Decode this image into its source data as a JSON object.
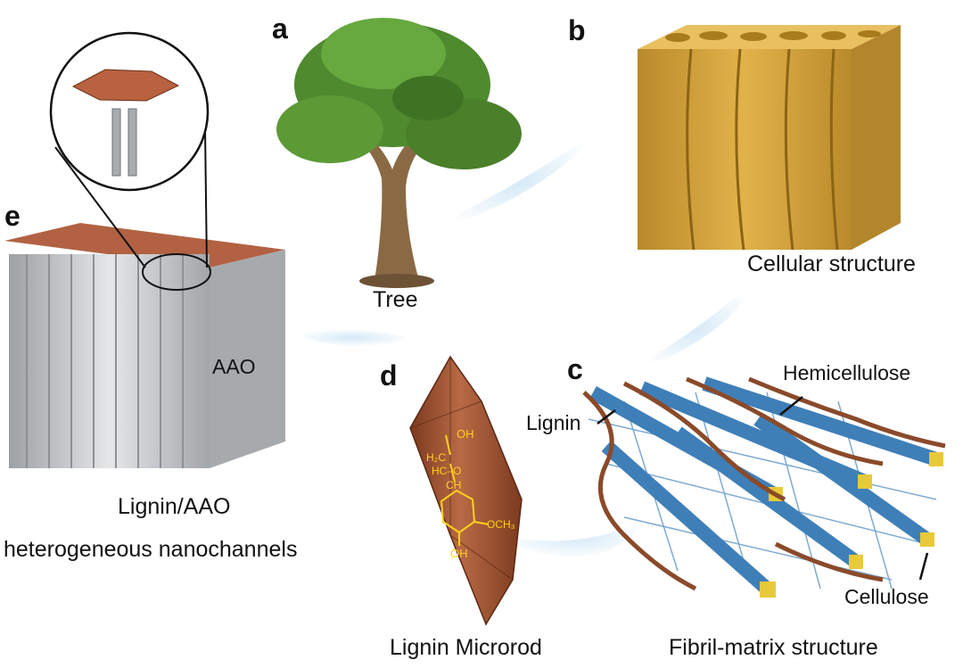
{
  "panels": {
    "a": {
      "letter": "a",
      "caption": "Tree"
    },
    "b": {
      "letter": "b",
      "caption": "Cellular structure"
    },
    "c": {
      "letter": "c",
      "caption": "Fibril-matrix structure",
      "components": {
        "hemicellulose": "Hemicellulose",
        "lignin": "Lignin",
        "cellulose": "Cellulose"
      }
    },
    "d": {
      "letter": "d",
      "caption": "Lignin Microrod",
      "formula": {
        "oh_top": "OH",
        "h2c": "H₂C",
        "hc_o": "HC–O",
        "ch": "CH",
        "och3": "OCH₃",
        "oh_bottom": "OH"
      }
    },
    "e": {
      "letter": "e",
      "caption_line1": "Lignin/AAO",
      "caption_line2": "heterogeneous nanochannels",
      "aao_label": "AAO"
    }
  },
  "colors": {
    "wood": "#d9a63a",
    "wood_dark": "#a87b1c",
    "lignin": "#a0502f",
    "lignin_dark": "#6e2f17",
    "cellulose": "#3f7fb8",
    "cellulose_end": "#e8c93a",
    "aao": "#c4c6c8",
    "aao_dark": "#8e9194",
    "formula": "#ffd21a",
    "glow": "#cfe6f6",
    "foliage": "#4f8a2f",
    "trunk": "#8a6a45"
  }
}
